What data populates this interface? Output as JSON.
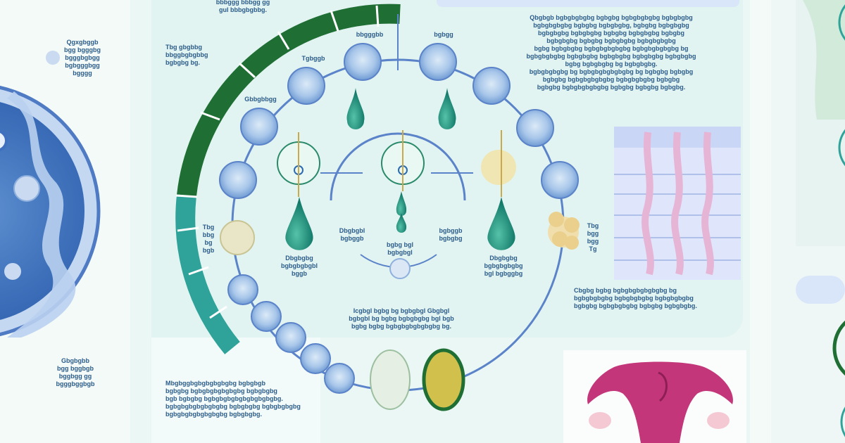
{
  "labels": {
    "top_header": "bbbggg bbbgg gg\ngul bbbgbgbbg.",
    "left_upper": "Qgxgbggb\nbgg bgggbg\nbgggbgbgg\nbgbgggbgg\nbgggg",
    "left_lower": "Gbgbgbb\nbgg bggbgb\nbggbgg gg\nbgggbggbgb",
    "cycle_top_left": "Tbg gbgbbg\nbbggbgbgbbg\nbgbgbg bg.",
    "cycle_top_a": "bbgggbb",
    "cycle_top_b": "bgbgg",
    "cycle_top_c": "Tgbggb",
    "cycle_left_mid": "Gbbgbbgg",
    "cycle_left_side": "Tbg\nbbg\nbg\nbgb",
    "cycle_right_side": "Tbg\nbgg\nbgg\nTg",
    "inner_left": "Dbgbgbl\nbgbggb",
    "inner_center": "bgbg bgl\nbgbgbgl",
    "inner_right": "bgbggb\nbgbgbg",
    "lower_left": "Dbgbgbg\nbgbgbgbgbl\nbggb",
    "lower_right": "Dbgbgbg\nbgbgbgbgbg\nbgl bgbggbg",
    "center_block": "Icgbgl bgbg bg bgbgbgl Gbgbgl\nbgbgbl bg bgbg bgbgbgbg bgl bgb\nbgbg bgbg bgbgbgbgbgbgbg bg.",
    "bottom_left": "Mbgbggbgbgbgbgbgbg bgbgbgb\nbgbgbg bgbgbgbgbgbgbg bgbgbgbg\nbgb bgbgbg bgbgbgbgbgbgbgbgbgbg.\nbgbgbgbgbgbgbgbg bgbgbgbg bgbgbgbgbg\nbgbgbgbgbgbgbgbg bgbgbgbg.",
    "right_paragraph": "Qbgbgb bgbgbgbgbg bgbgbg bgbgbgbgbg bgbgbgbg\nbgbgbgbgbg bgbgbg bgbgbgbg, bgbgbg bgbgbgbg\nbgbgbgbg bgbgbgbg bgbgbg bgbgbgbg bgbgbg\nbgbgbgbg bgbgbg bgbgbgbg bgbgbgbgbg\nbgbg bgbgbgbg bgbgbgbgbgbg bgbgbgbgbgbg bg\nbgbgbgbgbg bgbgbgbg bgbgbgbg bgbgbgbg bgbgbgbg\nbgbg bgbgbgbg bg bgbgbgbg.\nbgbgbgbgbg bg bgbgbgbgbgbgbg bg bgbgbg bgbgbg\nbgbgbg bgbgbgbgbgbg bgbgbgbgbg bgbgbg\nbgbgbg bgbgbgbgbgbg bgbgbg bgbgbg bgbgbg.",
    "right_lower": "Cbgbg bgbg bgbgbgbgbgbgbg bg\nbgbgbgbgbg bgbgbgbgbg bgbgbgbgbg\nbgbgbg bgbgbgbgbg bgbgbg bgbgbgbg."
  },
  "colors": {
    "bg": "#f4faf8",
    "panel": "#e6f5f2",
    "ring_blue": "#5b83c9",
    "cell_blue": "#6c9bd2",
    "dark_green": "#1f6f35",
    "teal": "#2fa39a",
    "uterus_magenta": "#c4367a",
    "text": "#2a5b8a"
  },
  "icons": [
    "cell-nucleus-icon",
    "egg-follicle-icon",
    "droplet-icon",
    "uterus-icon",
    "cilia-tissue-icon",
    "corpus-luteum-icon"
  ]
}
